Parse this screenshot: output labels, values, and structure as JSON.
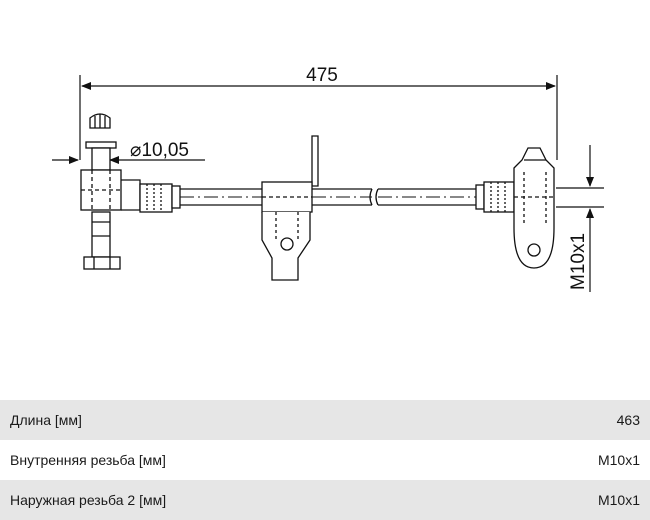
{
  "drawing": {
    "overall_length": "475",
    "diameter": "⌀10,05",
    "thread": "M10x1"
  },
  "specs": [
    {
      "label": "Длина [мм]",
      "value": "463"
    },
    {
      "label": "Внутренняя резьба [мм]",
      "value": "M10x1"
    },
    {
      "label": "Наружная резьба 2 [мм]",
      "value": "M10x1"
    }
  ]
}
